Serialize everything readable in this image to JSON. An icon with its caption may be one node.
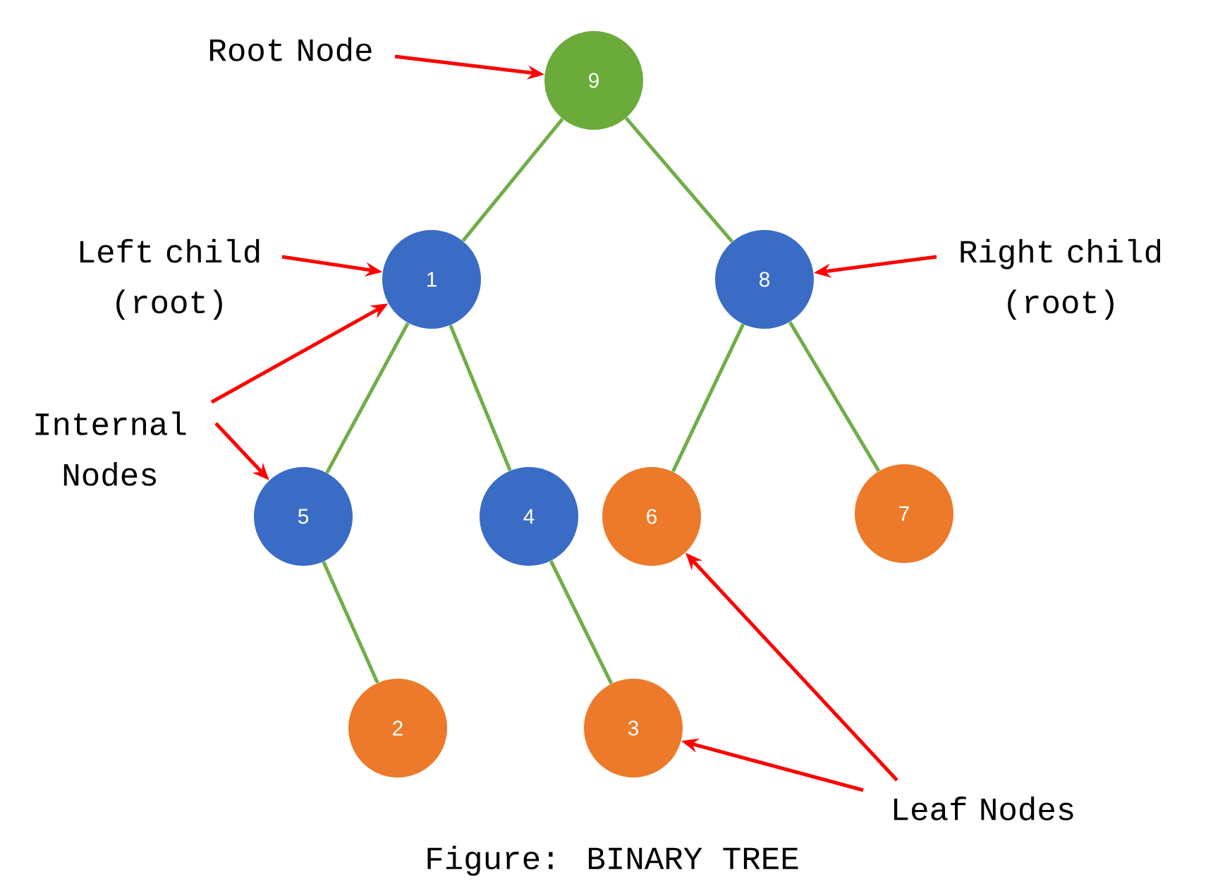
{
  "diagram": {
    "caption": "Figure: BINARY TREE",
    "nodes": [
      {
        "text": [
          "Root Node"
        ]
      },
      {
        "text": [
          "9"
        ]
      },
      {
        "text": [
          "Left child (root)"
        ]
      },
      {
        "text": [
          "1"
        ]
      },
      {
        "text": [
          "8"
        ]
      },
      {
        "text": [
          "Right child (root)"
        ]
      },
      {
        "text": [
          "Internal Nodes"
        ]
      },
      {
        "text": [
          "5"
        ]
      },
      {
        "text": [
          "4"
        ]
      },
      {
        "text": [
          "6"
        ]
      },
      {
        "text": [
          "7"
        ]
      },
      {
        "text": [
          "2"
        ]
      },
      {
        "text": [
          "3"
        ]
      },
      {
        "text": [
          "Leaf Nodes"
        ]
      }
    ],
    "edges": [
      {
        "from": 1,
        "to": 3,
        "arrow": "none"
      },
      {
        "from": 1,
        "to": 4,
        "arrow": "none"
      },
      {
        "from": 3,
        "to": 7,
        "arrow": "none"
      },
      {
        "from": 3,
        "to": 8,
        "arrow": "none"
      },
      {
        "from": 4,
        "to": 9,
        "arrow": "none"
      },
      {
        "from": 4,
        "to": 10,
        "arrow": "none"
      },
      {
        "from": 7,
        "to": 11,
        "arrow": "none"
      },
      {
        "from": 8,
        "to": 12,
        "arrow": "none"
      },
      {
        "from": 0,
        "to": 1,
        "arrow": "to",
        "color": "#ff0000"
      },
      {
        "from": 2,
        "to": 3,
        "arrow": "to",
        "color": "#ff0000"
      },
      {
        "from": 5,
        "to": 4,
        "arrow": "to",
        "color": "#ff0000"
      },
      {
        "from": 6,
        "to": 3,
        "arrow": "to",
        "color": "#ff0000"
      },
      {
        "from": 6,
        "to": 7,
        "arrow": "to",
        "color": "#ff0000"
      },
      {
        "from": 13,
        "to": 9,
        "arrow": "to",
        "color": "#ff0000"
      },
      {
        "from": 13,
        "to": 12,
        "arrow": "to",
        "color": "#ff0000"
      }
    ]
  }
}
